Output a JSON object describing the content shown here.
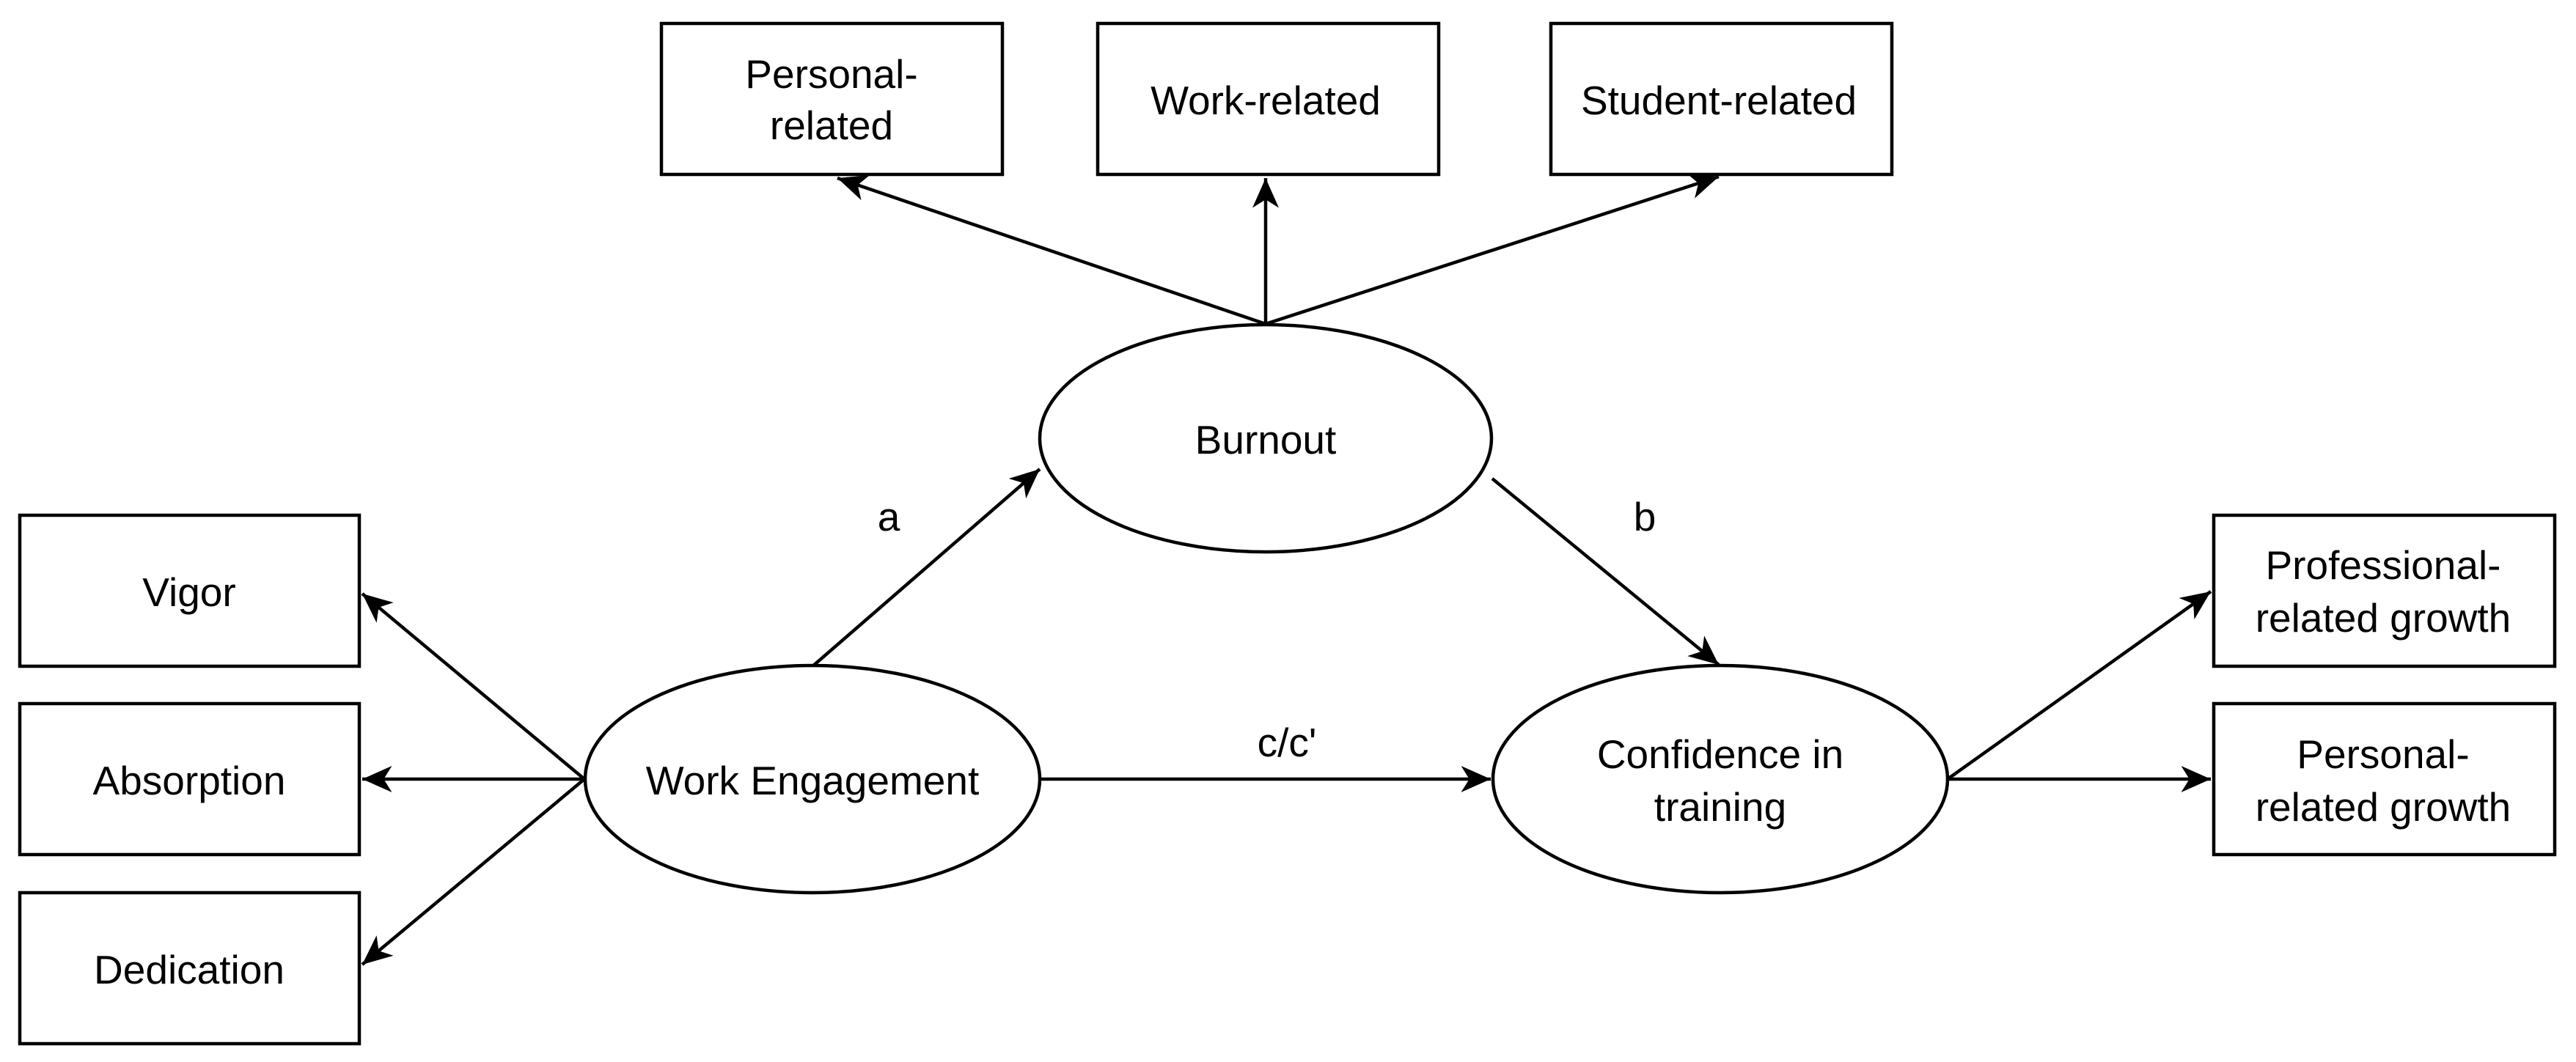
{
  "diagram": {
    "nodes": {
      "personal_related": [
        "Personal-",
        "related"
      ],
      "work_related": [
        "Work-related"
      ],
      "student_related": [
        "Student-related"
      ],
      "burnout": [
        "Burnout"
      ],
      "vigor": [
        "Vigor"
      ],
      "absorption": [
        "Absorption"
      ],
      "dedication": [
        "Dedication"
      ],
      "work_engagement": [
        "Work Engagement"
      ],
      "confidence_in_training": [
        "Confidence in",
        "training"
      ],
      "professional_growth": [
        "Professional-",
        "related growth"
      ],
      "personal_growth": [
        "Personal-",
        "related growth"
      ]
    },
    "paths": {
      "a": "a",
      "b": "b",
      "c": "c/c'"
    }
  }
}
